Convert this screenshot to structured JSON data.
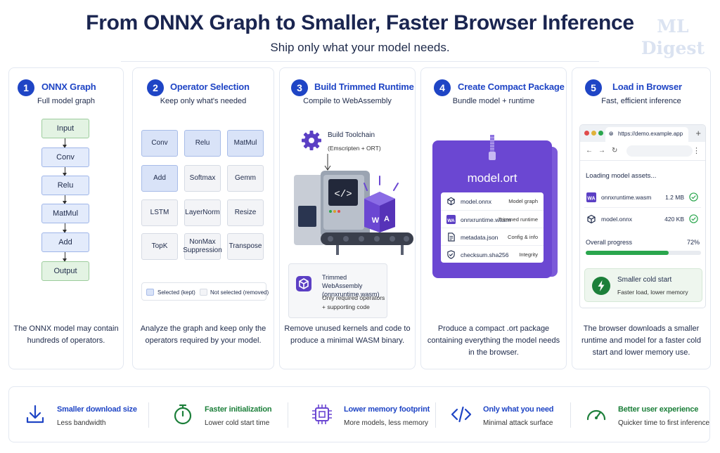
{
  "header": {
    "title": "From ONNX Graph to Smaller, Faster Browser Inference",
    "subtitle": "Ship only what your model needs.",
    "watermark_line1": "ML",
    "watermark_line2": "Digest"
  },
  "steps": [
    {
      "num": "1",
      "title": "ONNX Graph",
      "subtitle": "Full model graph",
      "desc": "The ONNX model may contain hundreds of operators."
    },
    {
      "num": "2",
      "title": "Operator Selection",
      "subtitle": "Keep only what's needed",
      "desc": "Analyze the graph and keep only the operators required by your model."
    },
    {
      "num": "3",
      "title": "Build Trimmed Runtime",
      "subtitle": "Compile to WebAssembly",
      "desc": "Remove unused kernels and code to produce a minimal WASM binary."
    },
    {
      "num": "4",
      "title": "Create Compact Package",
      "subtitle": "Bundle model + runtime",
      "desc": "Produce a compact .ort package containing everything the model needs in the browser."
    },
    {
      "num": "5",
      "title": "Load in Browser",
      "subtitle": "Fast, efficient inference",
      "desc": "The browser downloads a smaller runtime and model for a faster cold start and lower memory use."
    }
  ],
  "graph_nodes": [
    "Input",
    "Conv",
    "Relu",
    "MatMul",
    "Add",
    "Output"
  ],
  "operators": [
    {
      "label": "Conv",
      "selected": true
    },
    {
      "label": "Relu",
      "selected": true
    },
    {
      "label": "MatMul",
      "selected": true
    },
    {
      "label": "Add",
      "selected": true
    },
    {
      "label": "Softmax",
      "selected": false
    },
    {
      "label": "Gemm",
      "selected": false
    },
    {
      "label": "LSTM",
      "selected": false
    },
    {
      "label": "LayerNorm",
      "selected": false
    },
    {
      "label": "Resize",
      "selected": false
    },
    {
      "label": "TopK",
      "selected": false
    },
    {
      "label": "NonMax Suppression",
      "selected": false
    },
    {
      "label": "Transpose",
      "selected": false
    }
  ],
  "operator_legend": {
    "selected": "Selected (kept)",
    "not_selected": "Not selected (removed)"
  },
  "build": {
    "toolchain_title": "Build Toolchain",
    "toolchain_sub": "(Emscripten + ORT)",
    "wasm_badge": "WA",
    "output_title": "Trimmed WebAssembly (onnxruntime.wasm)",
    "output_desc": "Only required operators + supporting code"
  },
  "package": {
    "title": "model.ort",
    "items": [
      {
        "name": "model.onnx",
        "kind": "Model graph",
        "icon": "cube-icon"
      },
      {
        "name": "onnxruntime.wasm",
        "kind": "Trimmed runtime",
        "icon": "wasm-icon"
      },
      {
        "name": "metadata.json",
        "kind": "Config & info",
        "icon": "document-icon"
      },
      {
        "name": "checksum.sha256",
        "kind": "Integrity",
        "icon": "shield-check-icon"
      }
    ]
  },
  "browser": {
    "url": "https://demo.example.app",
    "loading_title": "Loading model assets...",
    "assets": [
      {
        "name": "onnxruntime.wasm",
        "size": "1.2 MB",
        "icon": "wasm-icon"
      },
      {
        "name": "model.onnx",
        "size": "420 KB",
        "icon": "cube-icon"
      }
    ],
    "progress_label": "Overall progress",
    "progress_text": "72%",
    "progress_value": 72,
    "cold_title": "Smaller cold start",
    "cold_sub": "Faster load, lower memory"
  },
  "benefits": [
    {
      "title": "Smaller download size",
      "sub": "Less bandwidth",
      "icon": "download-icon",
      "color": "#1f45c5"
    },
    {
      "title": "Faster initialization",
      "sub": "Lower cold start time",
      "icon": "stopwatch-icon",
      "color": "#1c7f3a"
    },
    {
      "title": "Lower memory footprint",
      "sub": "More models, less memory",
      "icon": "chip-icon",
      "color": "#1f45c5"
    },
    {
      "title": "Only what you need",
      "sub": "Minimal attack surface",
      "icon": "code-icon",
      "color": "#1f45c5"
    },
    {
      "title": "Better user experience",
      "sub": "Quicker time to first inference",
      "icon": "speedometer-icon",
      "color": "#1c7f3a"
    }
  ],
  "colors": {
    "accent": "#1f45c5",
    "purple": "#6b47d2",
    "green": "#2aa64d",
    "selected_op": "#d9e3f8",
    "node_io": "#e3f3e3"
  }
}
